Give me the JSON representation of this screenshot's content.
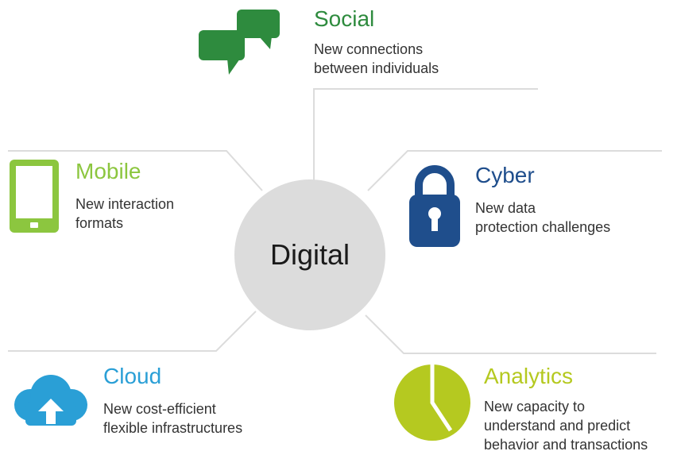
{
  "center": {
    "label": "Digital"
  },
  "nodes": {
    "social": {
      "title": "Social",
      "desc": [
        "New connections",
        "between individuals"
      ],
      "color": "#2e8b3e",
      "icon": "speech-bubbles-icon"
    },
    "mobile": {
      "title": "Mobile",
      "desc": [
        "New interaction",
        "formats"
      ],
      "color": "#8cc63f",
      "icon": "tablet-icon"
    },
    "cyber": {
      "title": "Cyber",
      "desc": [
        "New data",
        "protection challenges"
      ],
      "color": "#1f4e8c",
      "icon": "padlock-icon"
    },
    "cloud": {
      "title": "Cloud",
      "desc": [
        "New cost-efficient",
        "flexible infrastructures"
      ],
      "color": "#2a9fd6",
      "icon": "cloud-upload-icon"
    },
    "analytics": {
      "title": "Analytics",
      "desc": [
        "New capacity to",
        "understand and predict",
        "behavior and transactions"
      ],
      "color": "#b5c920",
      "icon": "pie-chart-icon"
    }
  },
  "connector_color": "#dcdcdc"
}
